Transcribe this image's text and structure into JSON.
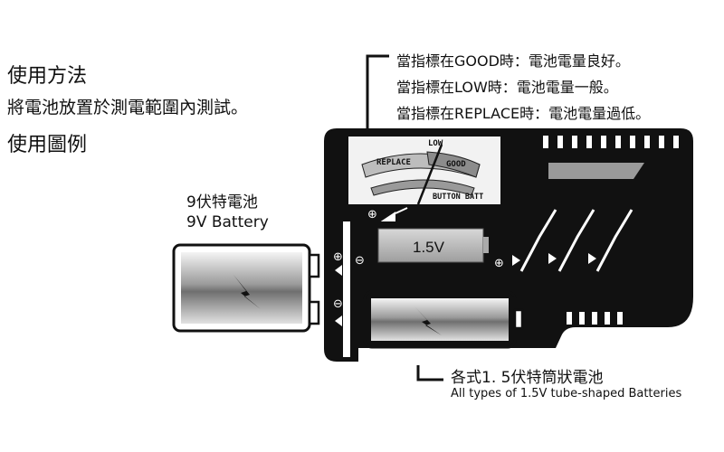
{
  "instructions": {
    "title": "使用方法",
    "description": "將電池放置於測電範圍內測試。",
    "legend_title": "使用圖例"
  },
  "meter_notes": [
    "當指標在GOOD時：電池電量良好。",
    "當指標在LOW時：電池電量一般。",
    "當指標在REPLACE時：電池電量過低。"
  ],
  "meter": {
    "replace": "REPLACE",
    "low": "LOW",
    "good": "GOOD",
    "button_batt": "BUTTON BATT"
  },
  "tester": {
    "slot_label": "1.5V",
    "plus": "⊕",
    "minus": "⊖"
  },
  "battery_9v": {
    "label_zh": "9伏特電池",
    "label_en": "9V Battery"
  },
  "tube_battery": {
    "label_zh": "各式1. 5伏特筒狀電池",
    "label_en": "All types of 1.5V tube-shaped Batteries"
  },
  "colors": {
    "body": "#111111",
    "meter_face": "#f2f2f2",
    "replace_arc": "#bdbdbd",
    "good_arc": "#8c8c8c"
  }
}
